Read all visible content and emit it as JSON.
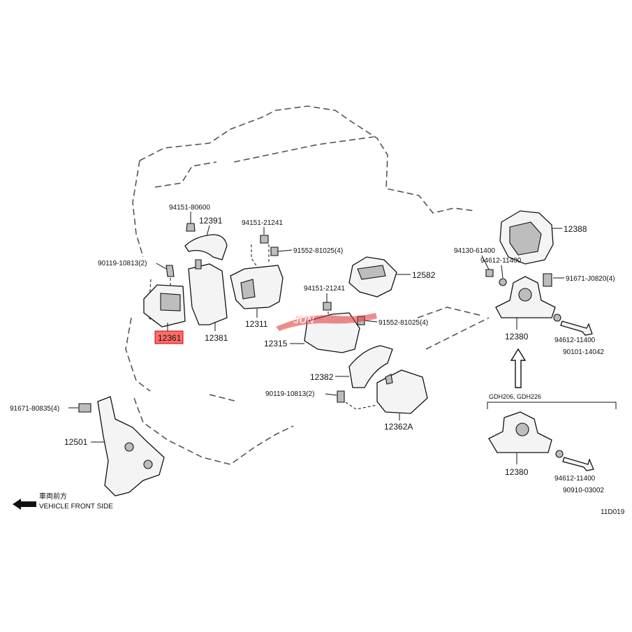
{
  "diagram": {
    "code": "11D019",
    "direction": {
      "jp": "車両前方",
      "en": "VEHICLE FRONT SIDE"
    },
    "variant_note": "GDH206, GDH226",
    "watermark": "JUN"
  },
  "parts": {
    "p94151_80600": "94151-80600",
    "p12391": "12391",
    "p90119_10813a": "90119-10813(2)",
    "p12361": "12361",
    "p12381": "12381",
    "p94151_21241a": "94151-21241",
    "p91552_81025a": "91552-81025(4)",
    "p12311": "12311",
    "p12582": "12582",
    "p94151_21241b": "94151-21241",
    "p91552_81025b": "91552-81025(4)",
    "p12315": "12315",
    "p12382": "12382",
    "p90119_10813b": "90119-10813(2)",
    "p12362A": "12362A",
    "p91671_80835": "91671-80835(4)",
    "p12501": "12501",
    "p12388": "12388",
    "p94130_61400": "94130-61400",
    "p94612_11400a": "94612-11400",
    "p91671_J0820": "91671-J0820(4)",
    "p12380a": "12380",
    "p94612_11400b": "94612-11400",
    "p90101_14042": "90101-14042",
    "p12380b": "12380",
    "p94612_11400c": "94612-11400",
    "p90910_03002": "90910-03002"
  },
  "colors": {
    "highlight": "#d40000",
    "line": "#111111"
  }
}
